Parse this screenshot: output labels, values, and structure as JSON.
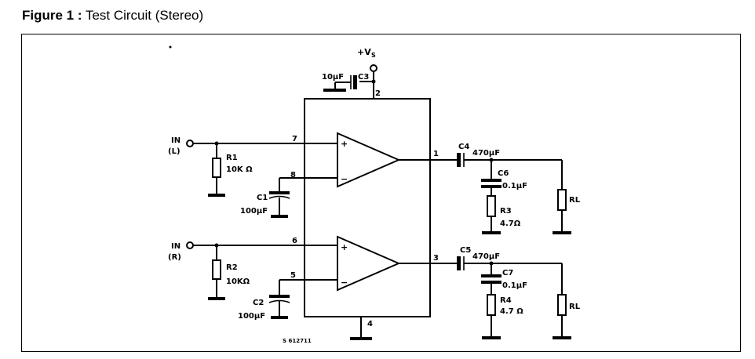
{
  "figure": {
    "label": "Figure 1 :",
    "title": "Test Circuit (Stereo)"
  },
  "schematic": {
    "supply": "+V",
    "supply_sub": "S",
    "inputs": {
      "left": [
        "IN",
        "(L)"
      ],
      "right": [
        "IN",
        "(R)"
      ]
    },
    "pins": [
      "7",
      "8",
      "6",
      "5",
      "1",
      "3",
      "2",
      "4"
    ],
    "components": {
      "c3": {
        "name": "C3",
        "value": "10µF"
      },
      "r1": {
        "name": "R1",
        "value": "10K Ω"
      },
      "c1": {
        "name": "C1",
        "value": "100µF"
      },
      "r2": {
        "name": "R2",
        "value": "10KΩ"
      },
      "c2": {
        "name": "C2",
        "value": "100µF"
      },
      "c4": {
        "name": "C4",
        "value": "470µF"
      },
      "c6": {
        "name": "C6",
        "value": "0.1µF"
      },
      "r3": {
        "name": "R3",
        "value": "4.7Ω"
      },
      "rl1": {
        "name": "RL"
      },
      "c5": {
        "name": "C5",
        "value": "470µF"
      },
      "c7": {
        "name": "C7",
        "value": "0.1µF"
      },
      "r4": {
        "name": "R4",
        "value": "4.7 Ω"
      },
      "rl2": {
        "name": "RL"
      }
    },
    "opamp_signs": {
      "plus": "+",
      "minus": "−"
    },
    "doc_code": "S 612711"
  }
}
